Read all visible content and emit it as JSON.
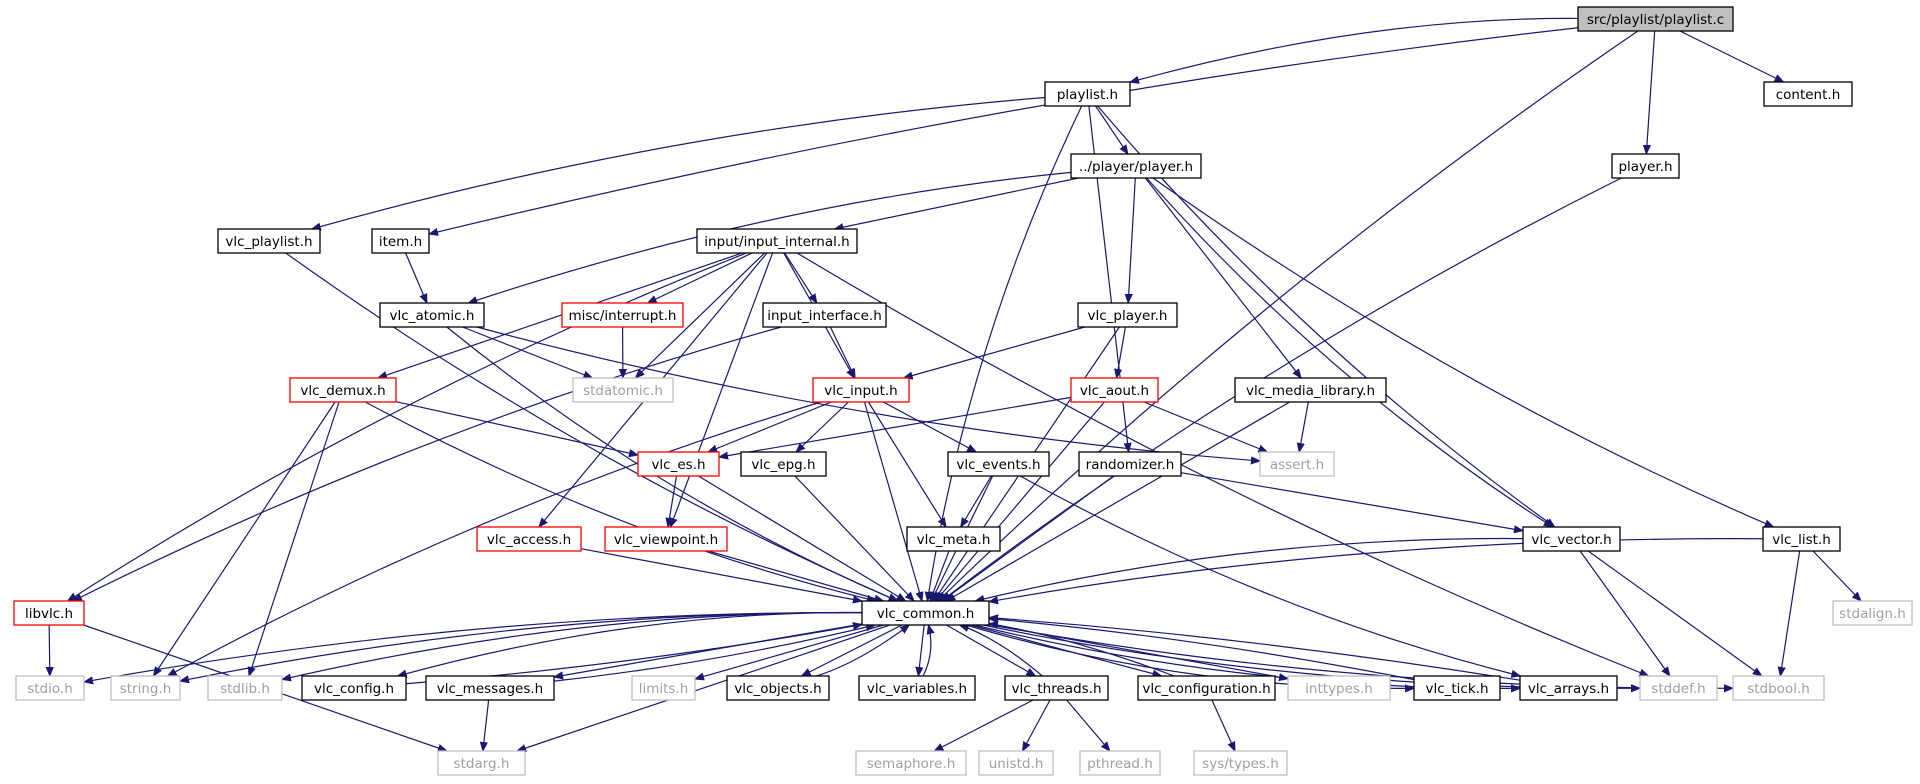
{
  "colors": {
    "edge": "#191970",
    "normal_border": "#000000",
    "truncated_border": "#ff0000",
    "system_border": "#bfbfbf",
    "system_text": "#a0a0a0",
    "root_fill": "#bfbfbf"
  },
  "nodes": [
    {
      "id": "n0",
      "label": "src/playlist/playlist.c",
      "kind": "root"
    },
    {
      "id": "n1",
      "label": "playlist.h",
      "kind": "normal"
    },
    {
      "id": "n2",
      "label": "content.h",
      "kind": "normal"
    },
    {
      "id": "n3",
      "label": "../player/player.h",
      "kind": "normal"
    },
    {
      "id": "n4",
      "label": "player.h",
      "kind": "normal"
    },
    {
      "id": "n5",
      "label": "vlc_playlist.h",
      "kind": "normal"
    },
    {
      "id": "n6",
      "label": "item.h",
      "kind": "normal"
    },
    {
      "id": "n7",
      "label": "input/input_internal.h",
      "kind": "normal"
    },
    {
      "id": "n8",
      "label": "vlc_atomic.h",
      "kind": "normal"
    },
    {
      "id": "n9",
      "label": "misc/interrupt.h",
      "kind": "truncated"
    },
    {
      "id": "n10",
      "label": "input_interface.h",
      "kind": "normal"
    },
    {
      "id": "n11",
      "label": "vlc_player.h",
      "kind": "normal"
    },
    {
      "id": "n12",
      "label": "vlc_demux.h",
      "kind": "truncated"
    },
    {
      "id": "n13",
      "label": "stdatomic.h",
      "kind": "system"
    },
    {
      "id": "n14",
      "label": "vlc_input.h",
      "kind": "truncated"
    },
    {
      "id": "n15",
      "label": "vlc_aout.h",
      "kind": "truncated"
    },
    {
      "id": "n16",
      "label": "vlc_media_library.h",
      "kind": "normal"
    },
    {
      "id": "n17",
      "label": "vlc_es.h",
      "kind": "truncated"
    },
    {
      "id": "n18",
      "label": "vlc_epg.h",
      "kind": "normal"
    },
    {
      "id": "n19",
      "label": "vlc_events.h",
      "kind": "normal"
    },
    {
      "id": "n20",
      "label": "randomizer.h",
      "kind": "normal"
    },
    {
      "id": "n21",
      "label": "assert.h",
      "kind": "system"
    },
    {
      "id": "n22",
      "label": "vlc_access.h",
      "kind": "truncated"
    },
    {
      "id": "n23",
      "label": "vlc_viewpoint.h",
      "kind": "truncated"
    },
    {
      "id": "n24",
      "label": "vlc_meta.h",
      "kind": "normal"
    },
    {
      "id": "n25",
      "label": "vlc_vector.h",
      "kind": "normal"
    },
    {
      "id": "n26",
      "label": "vlc_list.h",
      "kind": "normal"
    },
    {
      "id": "n27",
      "label": "libvlc.h",
      "kind": "truncated"
    },
    {
      "id": "n28",
      "label": "vlc_common.h",
      "kind": "normal"
    },
    {
      "id": "n29",
      "label": "stdalign.h",
      "kind": "system"
    },
    {
      "id": "n30",
      "label": "stdio.h",
      "kind": "system"
    },
    {
      "id": "n31",
      "label": "string.h",
      "kind": "system"
    },
    {
      "id": "n32",
      "label": "stdlib.h",
      "kind": "system"
    },
    {
      "id": "n33",
      "label": "vlc_config.h",
      "kind": "normal"
    },
    {
      "id": "n34",
      "label": "vlc_messages.h",
      "kind": "normal"
    },
    {
      "id": "n35",
      "label": "limits.h",
      "kind": "system"
    },
    {
      "id": "n36",
      "label": "vlc_objects.h",
      "kind": "normal"
    },
    {
      "id": "n37",
      "label": "vlc_variables.h",
      "kind": "normal"
    },
    {
      "id": "n38",
      "label": "vlc_threads.h",
      "kind": "normal"
    },
    {
      "id": "n39",
      "label": "vlc_configuration.h",
      "kind": "normal"
    },
    {
      "id": "n40",
      "label": "inttypes.h",
      "kind": "system"
    },
    {
      "id": "n41",
      "label": "vlc_tick.h",
      "kind": "normal"
    },
    {
      "id": "n42",
      "label": "vlc_arrays.h",
      "kind": "normal"
    },
    {
      "id": "n43",
      "label": "stddef.h",
      "kind": "system"
    },
    {
      "id": "n44",
      "label": "stdbool.h",
      "kind": "system"
    },
    {
      "id": "n45",
      "label": "stdarg.h",
      "kind": "system"
    },
    {
      "id": "n46",
      "label": "semaphore.h",
      "kind": "system"
    },
    {
      "id": "n47",
      "label": "unistd.h",
      "kind": "system"
    },
    {
      "id": "n48",
      "label": "pthread.h",
      "kind": "system"
    },
    {
      "id": "n49",
      "label": "sys/types.h",
      "kind": "system"
    }
  ],
  "edges": [
    [
      "n0",
      "n1"
    ],
    [
      "n0",
      "n2"
    ],
    [
      "n0",
      "n4"
    ],
    [
      "n0",
      "n6"
    ],
    [
      "n0",
      "n28"
    ],
    [
      "n1",
      "n3"
    ],
    [
      "n1",
      "n5"
    ],
    [
      "n1",
      "n20"
    ],
    [
      "n1",
      "n25"
    ],
    [
      "n1",
      "n28"
    ],
    [
      "n3",
      "n7"
    ],
    [
      "n3",
      "n8"
    ],
    [
      "n3",
      "n11"
    ],
    [
      "n3",
      "n16"
    ],
    [
      "n3",
      "n25"
    ],
    [
      "n3",
      "n26"
    ],
    [
      "n4",
      "n28"
    ],
    [
      "n5",
      "n28"
    ],
    [
      "n6",
      "n8"
    ],
    [
      "n7",
      "n9"
    ],
    [
      "n7",
      "n10"
    ],
    [
      "n7",
      "n12"
    ],
    [
      "n7",
      "n13"
    ],
    [
      "n7",
      "n14"
    ],
    [
      "n7",
      "n22"
    ],
    [
      "n7",
      "n23"
    ],
    [
      "n7",
      "n27"
    ],
    [
      "n7",
      "n43"
    ],
    [
      "n8",
      "n13"
    ],
    [
      "n8",
      "n21"
    ],
    [
      "n8",
      "n28"
    ],
    [
      "n9",
      "n13"
    ],
    [
      "n10",
      "n14"
    ],
    [
      "n10",
      "n27"
    ],
    [
      "n11",
      "n14"
    ],
    [
      "n11",
      "n15"
    ],
    [
      "n11",
      "n28"
    ],
    [
      "n12",
      "n17"
    ],
    [
      "n12",
      "n28"
    ],
    [
      "n12",
      "n31"
    ],
    [
      "n12",
      "n32"
    ],
    [
      "n14",
      "n17"
    ],
    [
      "n14",
      "n18"
    ],
    [
      "n14",
      "n19"
    ],
    [
      "n14",
      "n24"
    ],
    [
      "n14",
      "n28"
    ],
    [
      "n14",
      "n31"
    ],
    [
      "n15",
      "n17"
    ],
    [
      "n15",
      "n21"
    ],
    [
      "n15",
      "n28"
    ],
    [
      "n16",
      "n21"
    ],
    [
      "n16",
      "n28"
    ],
    [
      "n17",
      "n23"
    ],
    [
      "n17",
      "n28"
    ],
    [
      "n18",
      "n28"
    ],
    [
      "n19",
      "n24"
    ],
    [
      "n19",
      "n28"
    ],
    [
      "n19",
      "n42"
    ],
    [
      "n20",
      "n25"
    ],
    [
      "n20",
      "n28"
    ],
    [
      "n22",
      "n28"
    ],
    [
      "n23",
      "n28"
    ],
    [
      "n24",
      "n28"
    ],
    [
      "n25",
      "n28"
    ],
    [
      "n25",
      "n43"
    ],
    [
      "n25",
      "n44"
    ],
    [
      "n26",
      "n28"
    ],
    [
      "n26",
      "n29"
    ],
    [
      "n26",
      "n44"
    ],
    [
      "n27",
      "n30"
    ],
    [
      "n27",
      "n45"
    ],
    [
      "n28",
      "n30"
    ],
    [
      "n28",
      "n31"
    ],
    [
      "n28",
      "n32"
    ],
    [
      "n28",
      "n33"
    ],
    [
      "n28",
      "n34"
    ],
    [
      "n28",
      "n35"
    ],
    [
      "n28",
      "n36"
    ],
    [
      "n28",
      "n37"
    ],
    [
      "n28",
      "n38"
    ],
    [
      "n28",
      "n39"
    ],
    [
      "n28",
      "n40"
    ],
    [
      "n28",
      "n41"
    ],
    [
      "n28",
      "n42"
    ],
    [
      "n28",
      "n43"
    ],
    [
      "n28",
      "n44"
    ],
    [
      "n28",
      "n45"
    ],
    [
      "n33",
      "n28"
    ],
    [
      "n34",
      "n28"
    ],
    [
      "n36",
      "n28"
    ],
    [
      "n37",
      "n28"
    ],
    [
      "n38",
      "n28"
    ],
    [
      "n39",
      "n28"
    ],
    [
      "n41",
      "n28"
    ],
    [
      "n42",
      "n28"
    ],
    [
      "n34",
      "n45"
    ],
    [
      "n38",
      "n46"
    ],
    [
      "n38",
      "n47"
    ],
    [
      "n38",
      "n48"
    ],
    [
      "n39",
      "n49"
    ]
  ]
}
